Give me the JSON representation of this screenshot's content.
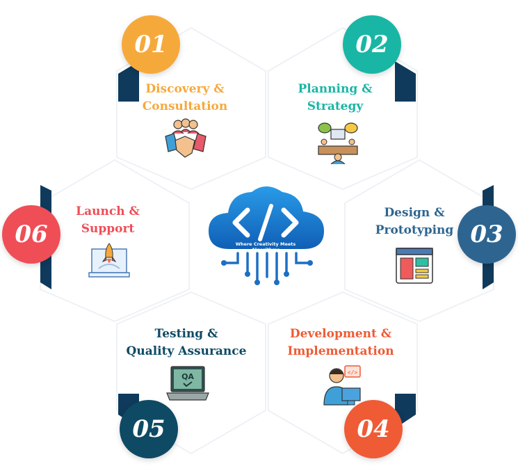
{
  "center": {
    "caption": "Where Creativity Meets Algorithms"
  },
  "steps": [
    {
      "number": "01",
      "line1": "Discovery &",
      "line2": "Consultation",
      "color": "#F6A93B",
      "icon": "handshake-team-icon"
    },
    {
      "number": "02",
      "line1": "Planning &",
      "line2": "Strategy",
      "color": "#19B6A5",
      "icon": "meeting-planning-icon"
    },
    {
      "number": "03",
      "line1": "Design &",
      "line2": "Prototyping",
      "color": "#2E6590",
      "icon": "wireframe-layout-icon"
    },
    {
      "number": "04",
      "line1": "Development &",
      "line2": "Implementation",
      "color": "#EF5B35",
      "icon": "developer-coding-icon"
    },
    {
      "number": "05",
      "line1": "Testing &",
      "line2": "Quality Assurance",
      "color": "#0E4A64",
      "icon": "qa-laptop-icon"
    },
    {
      "number": "06",
      "line1": "Launch &",
      "line2": "Support",
      "color": "#EF4E57",
      "icon": "rocket-laptop-icon"
    }
  ],
  "colors": {
    "hex_shadow": "#0f3a5c",
    "cloud": "#1b7fd6",
    "circuit": "#1d6fc4"
  }
}
